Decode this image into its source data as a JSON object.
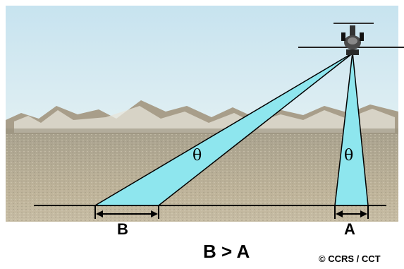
{
  "labels": {
    "footprint_b": "B",
    "footprint_a": "A",
    "angle_b": "θ",
    "angle_a": "θ",
    "comparison": "B > A",
    "copyright": "© CCRS / CCT"
  },
  "colors": {
    "beam": "#8ee6ee",
    "beam_outline": "#000000",
    "sky_top": "#c7e3ef",
    "sky_bottom": "#f3f8f6",
    "ground": "#b6ab93",
    "mountain": "#a89e8a",
    "snow": "#e7e4da"
  },
  "icons": {
    "aircraft": "airplane-icon"
  }
}
